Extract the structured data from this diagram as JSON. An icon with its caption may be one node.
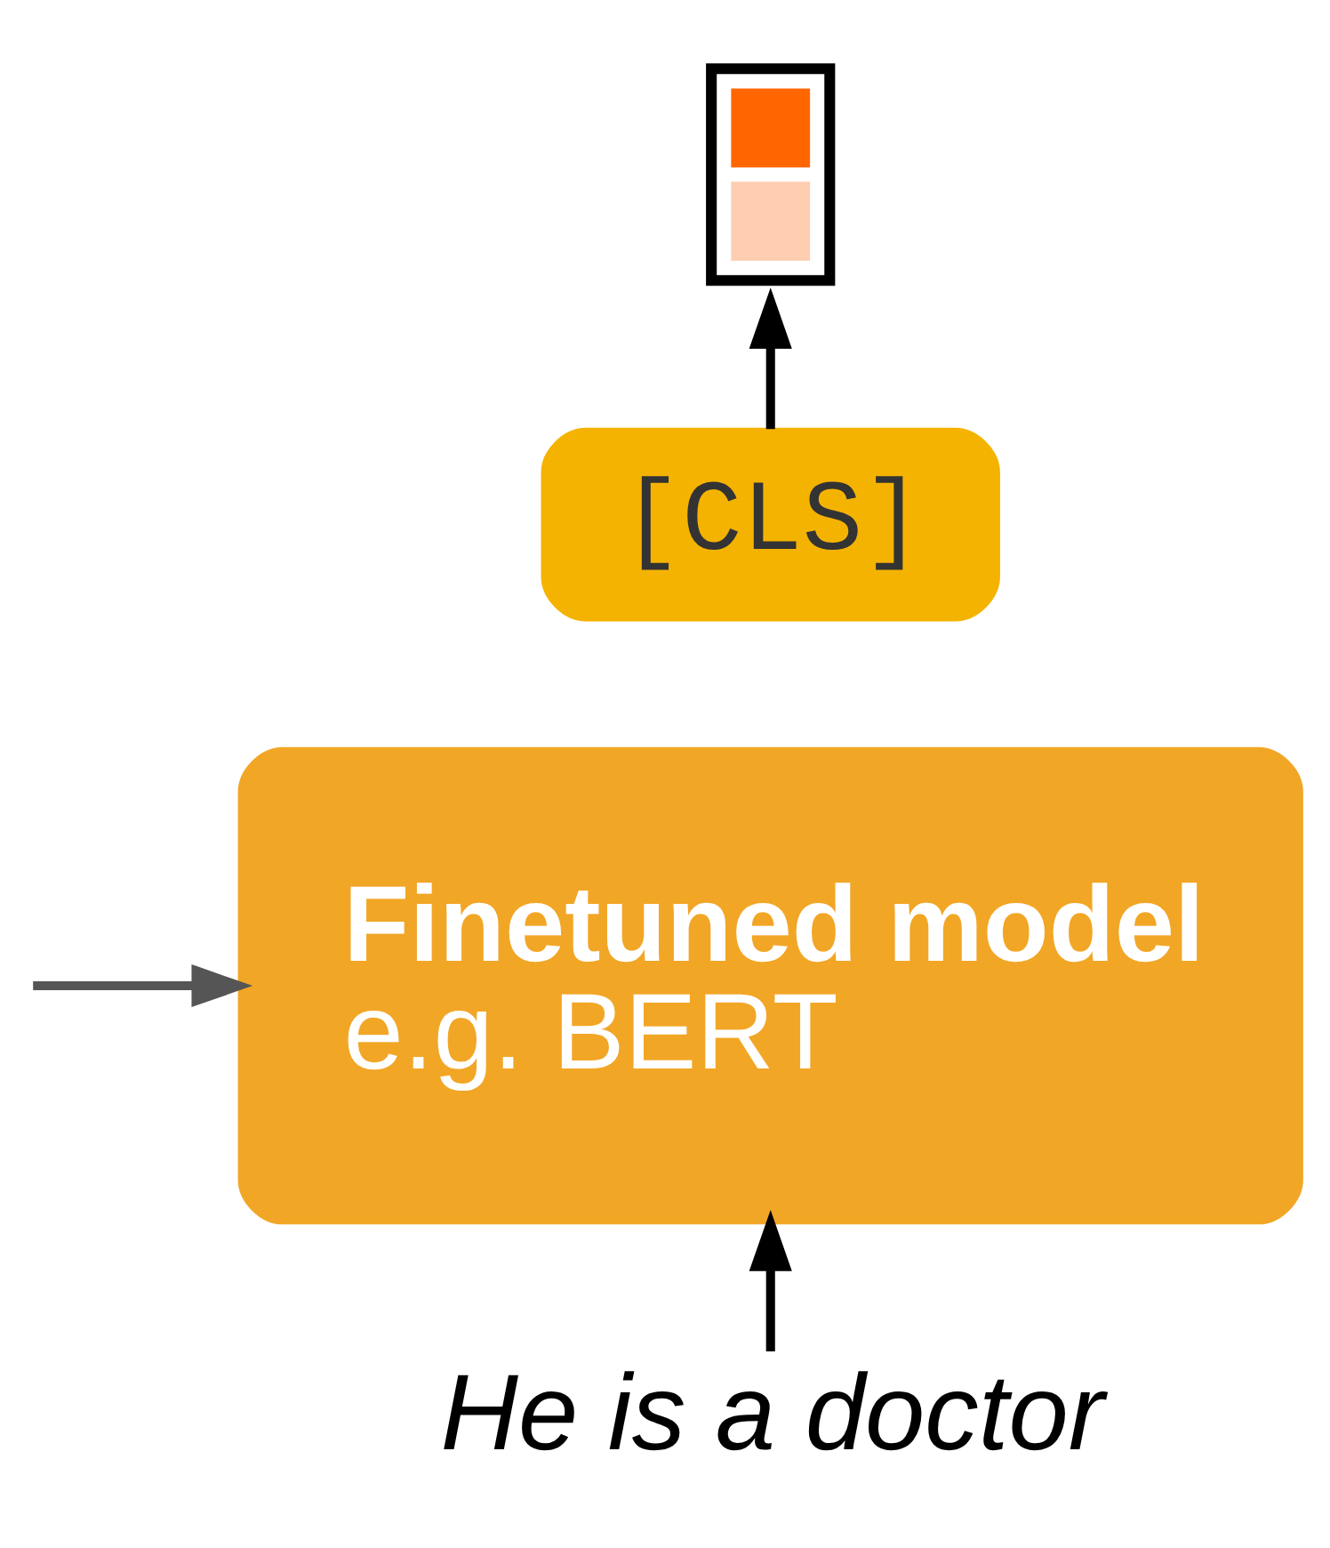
{
  "diagram": {
    "nodes": [
      {
        "text": [],
        "shape": "bar"
      },
      {
        "text": [
          "[CLS]"
        ]
      },
      {
        "text": [
          "Finetuned model",
          "e.g. BERT"
        ]
      },
      {
        "text": [
          "He is a doctor"
        ]
      }
    ],
    "edges": [
      {
        "from": 1,
        "to": 0,
        "arrow": "to"
      },
      {
        "from": 3,
        "to": 2,
        "arrow": "to"
      },
      {
        "from": null,
        "to": 2,
        "arrow": "to",
        "color": "#555555"
      }
    ]
  }
}
